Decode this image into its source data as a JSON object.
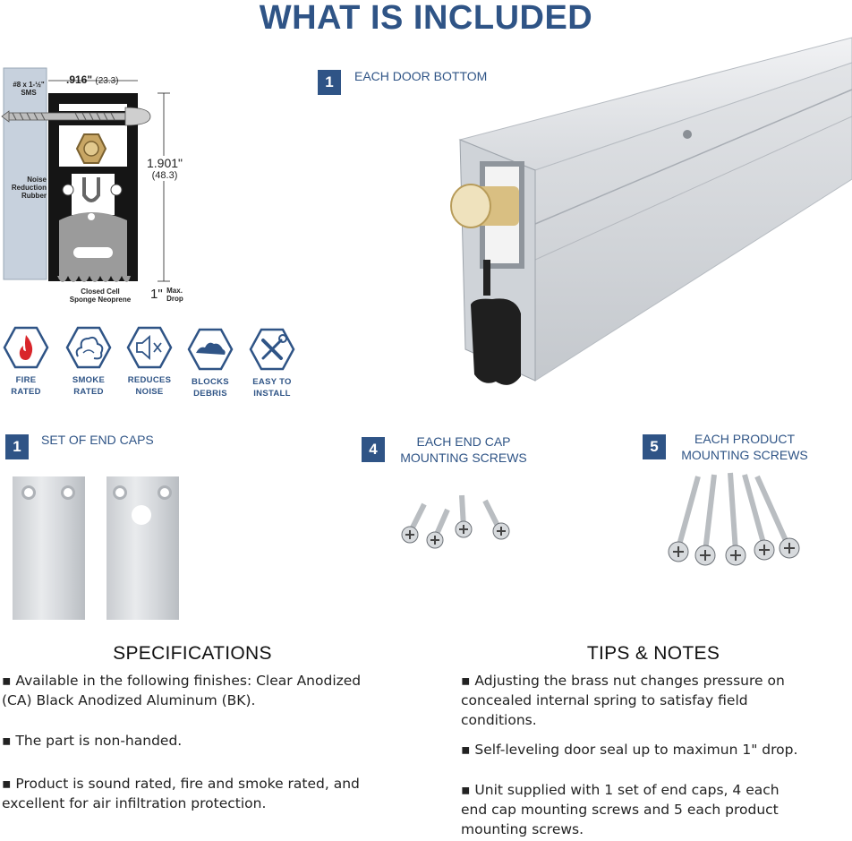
{
  "page_title": "WHAT IS INCLUDED",
  "door_bottom": {
    "number": "1",
    "label": "EACH DOOR BOTTOM"
  },
  "diagram": {
    "screw_label": "#8 x 1-½\"",
    "screw_sub": "SMS",
    "width_in": ".916\"",
    "width_mm": "(23.3)",
    "height_in": "1.901\"",
    "height_mm": "(48.3)",
    "noise_label": [
      "Noise",
      "Reduction",
      "Rubber"
    ],
    "neoprene_label": [
      "Closed Cell",
      "Sponge Neoprene"
    ],
    "drop_value": "1\"",
    "drop_label": [
      "Max.",
      "Drop"
    ]
  },
  "features": [
    {
      "icon": "fire-icon",
      "label": [
        "FIRE",
        "RATED"
      ]
    },
    {
      "icon": "smoke-icon",
      "label": [
        "SMOKE",
        "RATED"
      ]
    },
    {
      "icon": "speaker-mute-icon",
      "label": [
        "REDUCES",
        "NOISE"
      ]
    },
    {
      "icon": "debris-icon",
      "label": [
        "BLOCKS",
        "DEBRIS"
      ]
    },
    {
      "icon": "tools-icon",
      "label": [
        "EASY TO",
        "INSTALL"
      ]
    }
  ],
  "end_caps": {
    "number": "1",
    "label": "SET OF END CAPS"
  },
  "end_cap_screws": {
    "number": "4",
    "label": [
      "EACH END CAP",
      "MOUNTING SCREWS"
    ]
  },
  "product_screws": {
    "number": "5",
    "label": [
      "EACH PRODUCT",
      "MOUNTING SCREWS"
    ]
  },
  "specifications": {
    "heading": "SPECIFICATIONS",
    "items": [
      [
        "▪  Available in the following finishes: Clear Anodized",
        "(CA) Black Anodized Aluminum (BK)."
      ],
      [
        "▪  The part is non-handed."
      ],
      [
        "▪  Product is sound rated, fire and smoke rated, and",
        "excellent for air infiltration protection."
      ]
    ]
  },
  "tips": {
    "heading": "TIPS & NOTES",
    "items": [
      [
        "▪  Adjusting the brass nut changes pressure on",
        " concealed internal spring to satisfay field",
        "conditions."
      ],
      [
        "▪  Self-leveling door seal up to maximun 1\" drop."
      ],
      [
        "▪  Unit supplied with 1 set of end caps, 4 each",
        "end cap mounting screws and 5 each product",
        "mounting screws."
      ]
    ]
  },
  "colors": {
    "brand_blue": "#2f5486",
    "icon_red": "#d9252a"
  }
}
